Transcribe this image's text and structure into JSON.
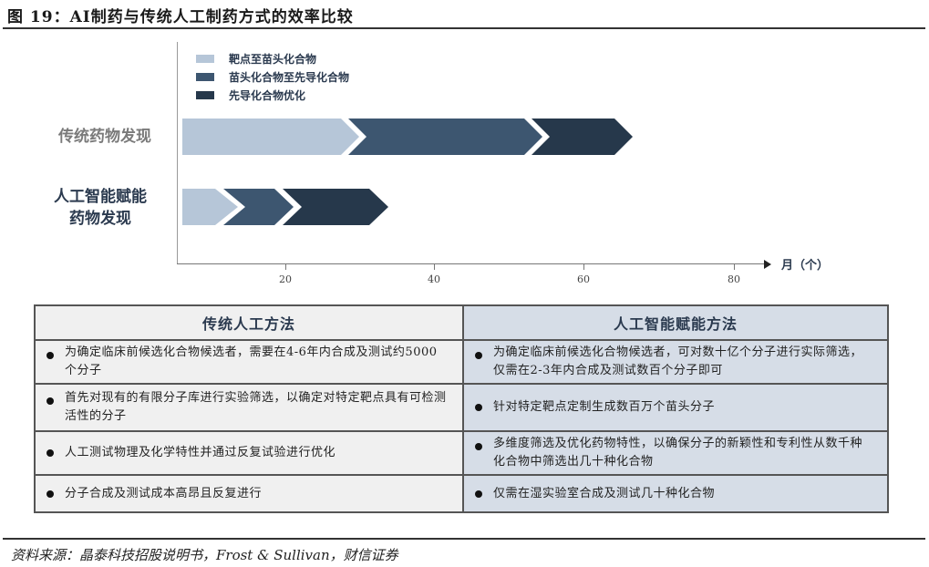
{
  "title": "图 19：AI制药与传统人工制药方式的效率比较",
  "source": "资料来源：晶泰科技招股说明书，Frost & Sullivan，财信证券",
  "colors": {
    "stage1": "#b6c6d8",
    "stage2": "#3d5670",
    "stage3": "#26384b",
    "label_trad": "#7a7a7a",
    "label_ai": "#2b3a4f"
  },
  "chart_data": {
    "type": "bar",
    "orientation": "horizontal-stacked-chevron",
    "title": "",
    "xlabel": "月（个）",
    "ylabel": "",
    "xticks": [
      20,
      40,
      60,
      80
    ],
    "xlim": [
      0,
      84
    ],
    "categories": [
      "传统药物发现",
      "人工智能赋能药物发现"
    ],
    "legend": [
      "靶点至苗头化合物",
      "苗头化合物至先导化合物",
      "先导化合物优化"
    ],
    "legend_position": "top-left",
    "grid": false,
    "series": [
      {
        "name": "靶点至苗头化合物",
        "start": [
          6,
          6
        ],
        "end": [
          30,
          14
        ]
      },
      {
        "name": "苗头化合物至先导化合物",
        "start": [
          28.5,
          12
        ],
        "end": [
          54,
          21
        ]
      },
      {
        "name": "先导化合物优化",
        "start": [
          53,
          19.5
        ],
        "end": [
          66.5,
          34
        ]
      }
    ]
  },
  "chart": {
    "legend": [
      {
        "label": "靶点至苗头化合物"
      },
      {
        "label": "苗头化合物至先导化合物"
      },
      {
        "label": "先导化合物优化"
      }
    ],
    "row_trad": "传统药物发现",
    "row_ai_line1": "人工智能赋能",
    "row_ai_line2": "药物发现",
    "x_unit": "月（个）",
    "ticks": [
      "20",
      "40",
      "60",
      "80"
    ]
  },
  "table": {
    "left_header": "传统人工方法",
    "right_header": "人工智能赋能方法",
    "left_rows": [
      "为确定临床前候选化合物候选者，需要在4-6年内合成及测试约5000个分子",
      "首先对现有的有限分子库进行实验筛选，以确定对特定靶点具有可检测活性的分子",
      "人工测试物理及化学特性并通过反复试验进行优化",
      "分子合成及测试成本高昂且反复进行"
    ],
    "right_rows": [
      "为确定临床前候选化合物候选者，可对数十亿个分子进行实际筛选，仅需在2-3年内合成及测试数百个分子即可",
      "针对特定靶点定制生成数百万个苗头分子",
      "多维度筛选及优化药物特性，以确保分子的新颖性和专利性从数千种化合物中筛选出几十种化合物",
      "仅需在湿实验室合成及测试几十种化合物"
    ]
  }
}
